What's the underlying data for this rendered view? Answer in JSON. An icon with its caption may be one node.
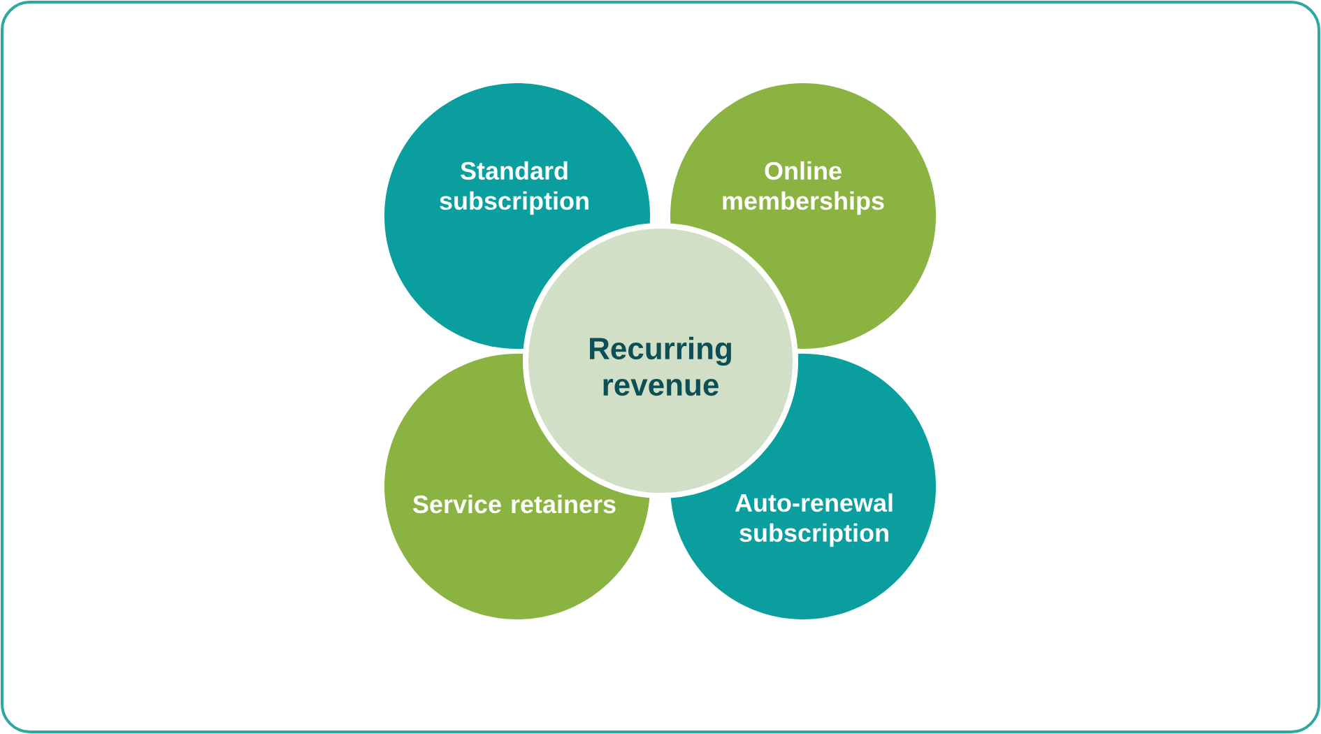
{
  "diagram": {
    "nodes": [
      {
        "text": [
          "Standard subscription"
        ]
      },
      {
        "text": [
          "Online memberships"
        ]
      },
      {
        "text": [
          "Recurring revenue"
        ]
      },
      {
        "text": [
          "Service retainers"
        ]
      },
      {
        "text": [
          "Auto-renewal subscription"
        ]
      }
    ]
  }
}
